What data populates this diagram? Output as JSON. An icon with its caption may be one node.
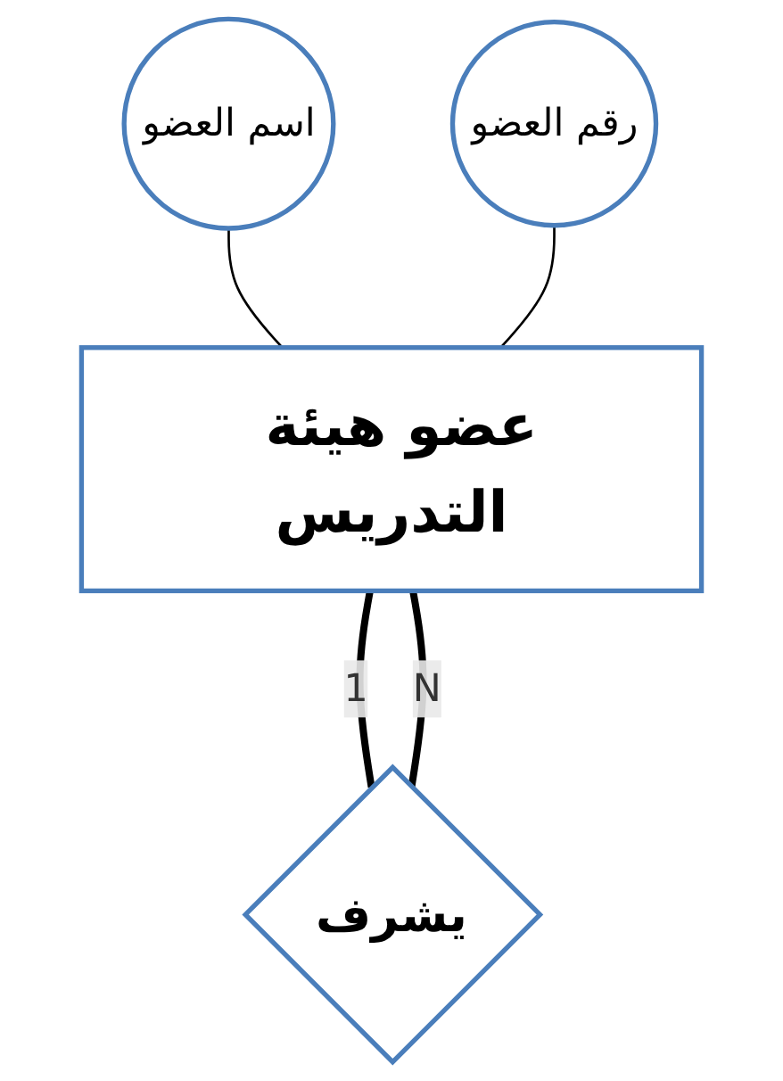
{
  "diagram": {
    "nodes": [
      {
        "text": [
          "اسم العضو"
        ]
      },
      {
        "text": [
          "رقم العضو"
        ]
      },
      {
        "text": [
          "عضو هيئة التدريس"
        ]
      },
      {
        "text": [
          "يشرف"
        ]
      }
    ],
    "edges": [
      {
        "from": 0,
        "to": 2,
        "arrow": "none"
      },
      {
        "from": 1,
        "to": 2,
        "arrow": "none"
      },
      {
        "from": 2,
        "to": 3,
        "arrow": "none",
        "label": "1",
        "style": "thick"
      },
      {
        "from": 2,
        "to": 3,
        "arrow": "none",
        "label": "N",
        "style": "thick"
      }
    ]
  }
}
